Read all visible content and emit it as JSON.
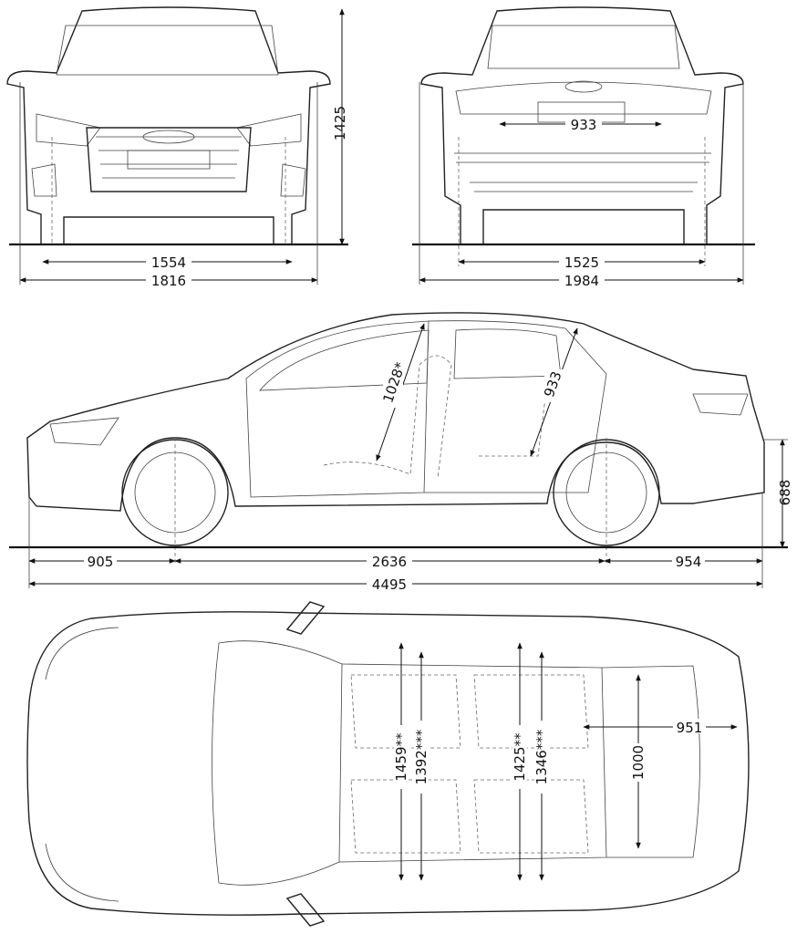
{
  "title": "Audi A3 Sedan dimension drawing",
  "units": "mm",
  "colors": {
    "line": "#222222",
    "background": "#ffffff"
  },
  "front_view": {
    "height": "1425",
    "front_track": "1554",
    "width": "1816"
  },
  "rear_view": {
    "trunk_opening_width": "933",
    "rear_track": "1525",
    "width_with_mirrors": "1984"
  },
  "side_view": {
    "front_headroom": "1028*",
    "rear_headroom": "933",
    "front_overhang": "905",
    "wheelbase": "2636",
    "rear_overhang": "954",
    "length": "4495",
    "loading_sill_height": "688"
  },
  "top_view": {
    "front_shoulder_width": "1459**",
    "front_elbow_width": "1392***",
    "rear_shoulder_width": "1425**",
    "rear_elbow_width": "1346***",
    "trunk_length": "951",
    "trunk_width": "1000"
  }
}
